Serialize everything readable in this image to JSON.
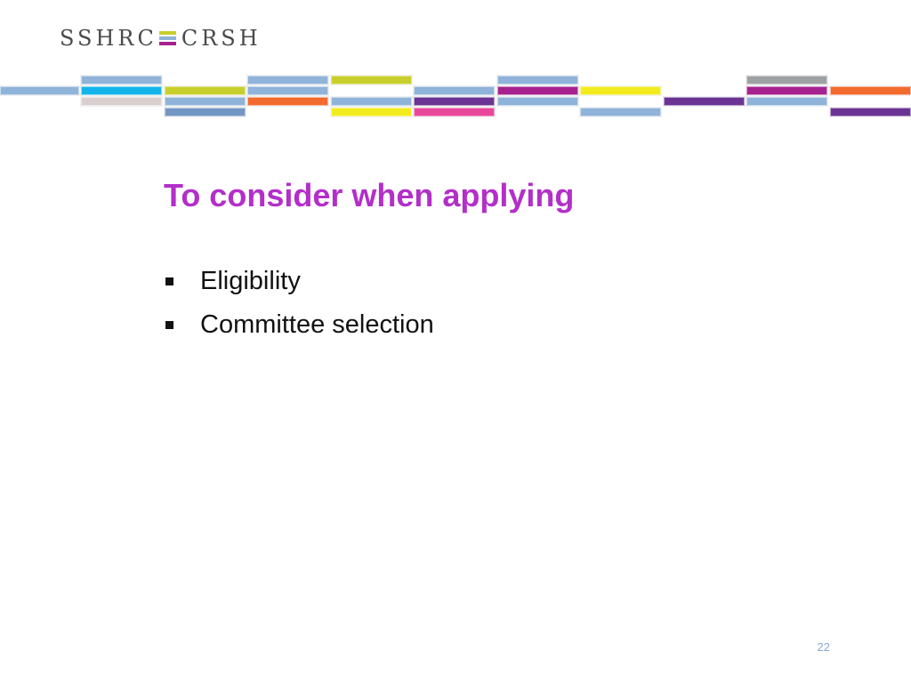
{
  "logo": {
    "left_text": "SSHRC",
    "right_text": "CRSH",
    "mark_colors": [
      "#c8cf2d",
      "#8fb3d9",
      "#a6228f"
    ]
  },
  "colors": {
    "title": "#b32fc9",
    "text": "#111111",
    "page_number": "#8aa8cf"
  },
  "slide": {
    "title": "To consider when applying",
    "bullets": [
      "Eligibility",
      "Committee selection"
    ],
    "page_number": "22"
  }
}
